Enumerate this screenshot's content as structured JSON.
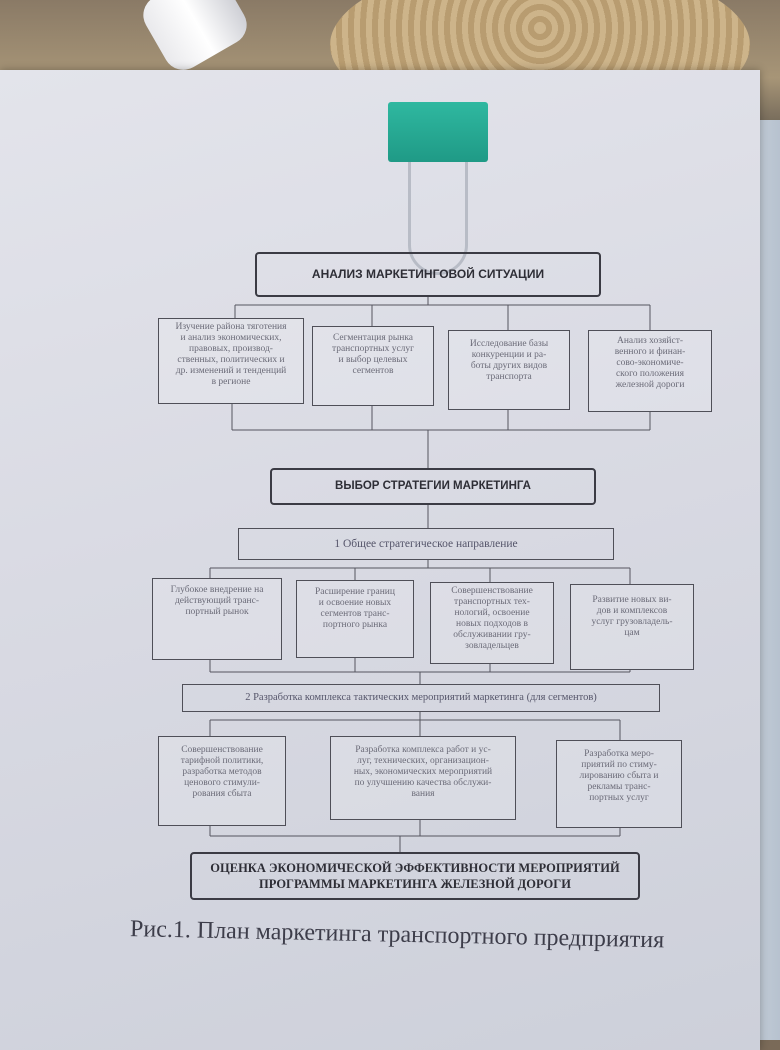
{
  "doc": {
    "header_analysis": "АНАЛИЗ МАРКЕТИНГОВОЙ СИТУАЦИИ",
    "analysis_boxes": [
      "Изучение района тяготения\nи анализ экономических,\nправовых, производ-\nственных, политических и\nдр. изменений и тенденций\nв регионе",
      "Сегментация рынка\nтранспортных услуг\nи выбор целевых\nсегментов",
      "Исследование базы\nконкуренции и ра-\nботы других видов\nтранспорта",
      "Анализ хозяйст-\nвенного и финан-\nсово-экономиче-\nского положения\nжелезной дороги"
    ],
    "header_strategy": "ВЫБОР СТРАТЕГИИ МАРКЕТИНГА",
    "direction_label": "1 Общее стратегическое направление",
    "direction_boxes": [
      "Глубокое внедрение на\nдействующий транс-\nпортный рынок",
      "Расширение границ\nи освоение новых\nсегментов транс-\nпортного рынка",
      "Совершенствование\nтранспортных тех-\nнологий, освоение\nновых подходов в\nобслуживании гру-\nзовладельцев",
      "Развитие новых ви-\nдов и комплексов\nуслуг грузовладель-\nцам"
    ],
    "tactics_label": "2 Разработка комплекса тактических мероприятий маркетинга (для сегментов)",
    "tactics_boxes": [
      "Совершенствование\nтарифной политики,\nразработка методов\nценового стимули-\nрования сбыта",
      "Разработка комплекса работ и ус-\nлуг, технических, организацион-\nных, экономических мероприятий\nпо улучшению качества обслужи-\nвания",
      "Разработка меро-\nприятий по стиму-\nлированию сбыта и\nрекламы транс-\nпортных услуг"
    ],
    "header_evaluation": "ОЦЕНКА ЭКОНОМИЧЕСКОЙ ЭФФЕКТИВНОСТИ МЕРОПРИЯТИЙ\nПРОГРАММЫ МАРКЕТИНГА ЖЕЛЕЗНОЙ ДОРОГИ",
    "caption": "Рис.1. План маркетинга транспортного предприятия"
  },
  "colors": {
    "paper": "#dcdde5",
    "ink": "#3b3b44",
    "clip": "#27ad95"
  }
}
